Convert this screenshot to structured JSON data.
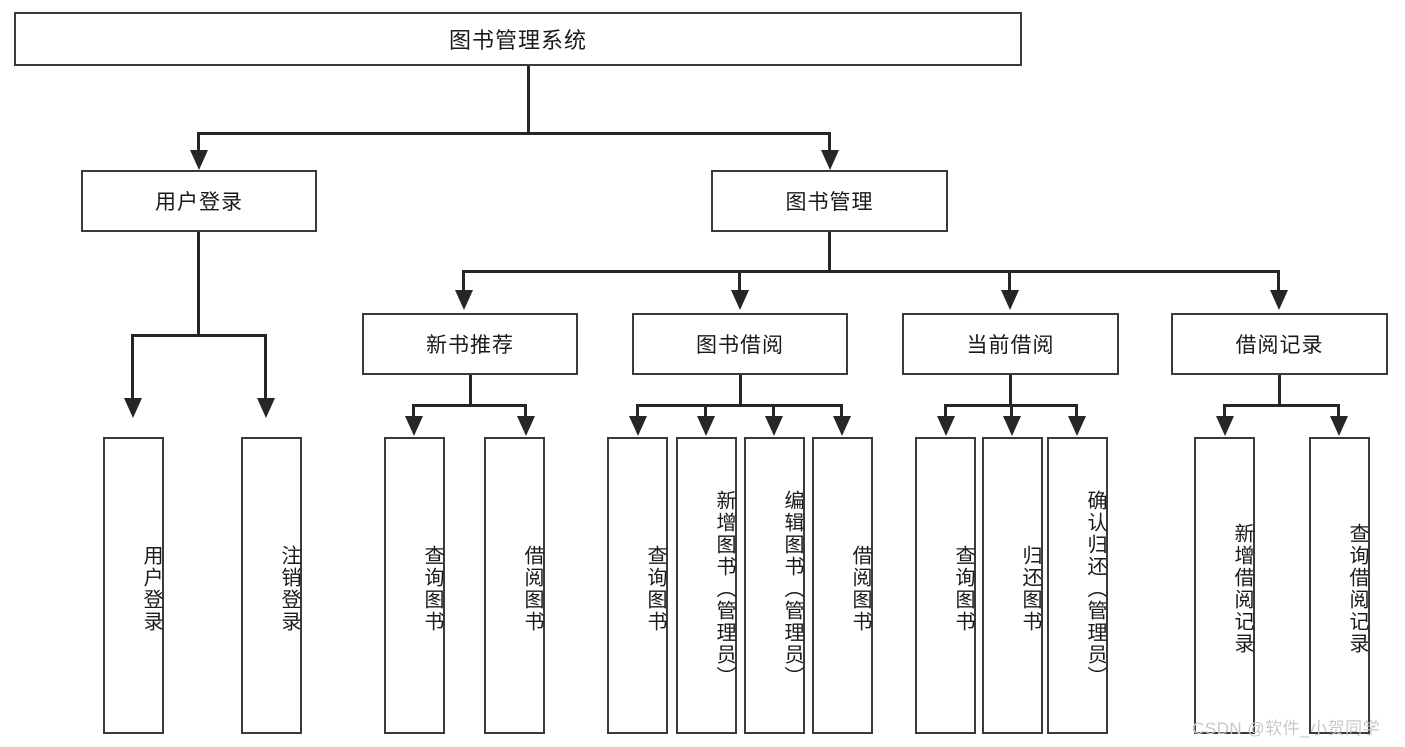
{
  "diagram": {
    "title": "图书管理系统",
    "type": "hierarchy-tree",
    "root": {
      "label": "图书管理系统"
    },
    "level2": [
      {
        "label": "用户登录"
      },
      {
        "label": "图书管理"
      }
    ],
    "level3": [
      {
        "label": "新书推荐"
      },
      {
        "label": "图书借阅"
      },
      {
        "label": "当前借阅"
      },
      {
        "label": "借阅记录"
      }
    ],
    "leaves_user_login": [
      {
        "label": "用户登录"
      },
      {
        "label": "注销登录"
      }
    ],
    "leaves_new_book": [
      {
        "label": "查询图书"
      },
      {
        "label": "借阅图书"
      }
    ],
    "leaves_borrow": [
      {
        "label": "查询图书"
      },
      {
        "label": "新增图书（管理员）"
      },
      {
        "label": "编辑图书（管理员）"
      },
      {
        "label": "借阅图书"
      }
    ],
    "leaves_current": [
      {
        "label": "查询图书"
      },
      {
        "label": "归还图书"
      },
      {
        "label": "确认归还（管理员）"
      }
    ],
    "leaves_record": [
      {
        "label": "新增借阅记录"
      },
      {
        "label": "查询借阅记录"
      }
    ]
  },
  "watermark": {
    "text": "CSDN @软件_小贺同学"
  },
  "colors": {
    "box_border": "#3a3a3a",
    "line": "#262626",
    "background": "#ffffff",
    "text": "#1a1a1a",
    "watermark": "#c9c9c9"
  }
}
